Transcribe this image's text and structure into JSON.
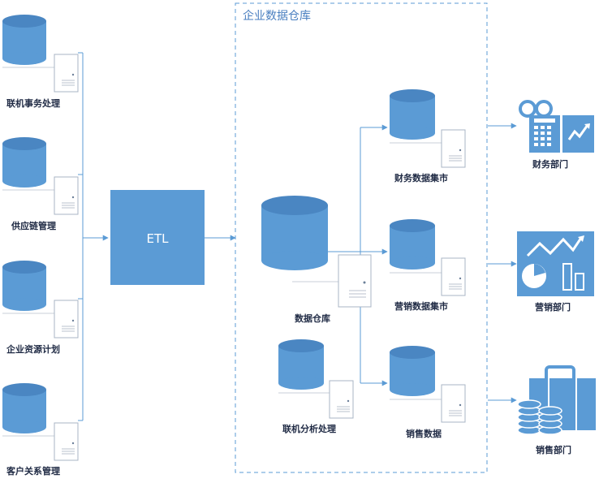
{
  "colors": {
    "primary": "#5b9bd5",
    "primary_dark": "#4a86c2",
    "line": "#5b9bd5",
    "border_dashed": "#5b9bd5",
    "server_stroke": "#a8b4c4",
    "text": "#1f2a44"
  },
  "warehouse": {
    "title": "企业数据仓库"
  },
  "etl": {
    "label": "ETL"
  },
  "sources": [
    {
      "label": "联机事务处理",
      "icon": "database-server-icon"
    },
    {
      "label": "供应链管理",
      "icon": "database-server-icon"
    },
    {
      "label": "企业资源计划",
      "icon": "database-server-icon"
    },
    {
      "label": "客户关系管理",
      "icon": "database-server-icon"
    }
  ],
  "core": {
    "warehouse_db": {
      "label": "数据仓库",
      "icon": "large-database-server-icon"
    },
    "olap": {
      "label": "联机分析处理",
      "icon": "database-server-icon"
    }
  },
  "marts": [
    {
      "label": "财务数据集市",
      "icon": "database-server-icon"
    },
    {
      "label": "营销数据集市",
      "icon": "database-server-icon"
    },
    {
      "label": "销售数据",
      "icon": "database-server-icon"
    }
  ],
  "departments": [
    {
      "label": "财务部门",
      "icon": "finance-calculator-chart-icon"
    },
    {
      "label": "营销部门",
      "icon": "marketing-charts-icon"
    },
    {
      "label": "销售部门",
      "icon": "sales-briefcase-coins-icon"
    }
  ]
}
